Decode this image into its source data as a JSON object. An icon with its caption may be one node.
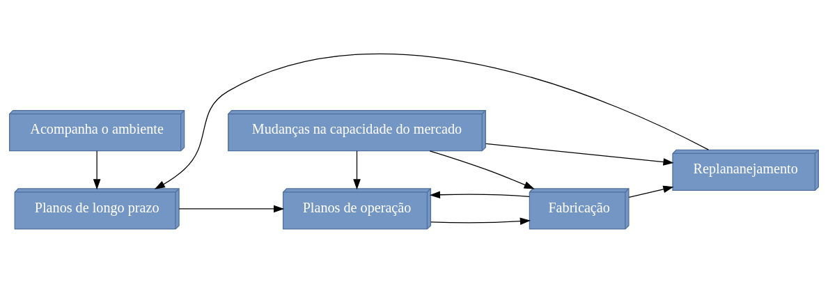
{
  "diagram": {
    "nodes": [
      {
        "text": [
          "Acompanha o ambiente"
        ]
      },
      {
        "text": [
          "Mudanças na capacidade do mercado"
        ]
      },
      {
        "text": [
          "Planos de longo prazo"
        ]
      },
      {
        "text": [
          "Planos de operação"
        ]
      },
      {
        "text": [
          "Fabricação"
        ]
      },
      {
        "text": [
          "Replananejamento"
        ]
      }
    ],
    "edges": [
      {
        "from": 0,
        "to": 2,
        "arrow": "to"
      },
      {
        "from": 1,
        "to": 3,
        "arrow": "to"
      },
      {
        "from": 2,
        "to": 3,
        "arrow": "to"
      },
      {
        "from": 3,
        "to": 4,
        "arrow": "to"
      },
      {
        "from": 4,
        "to": 5,
        "arrow": "to"
      },
      {
        "from": 5,
        "to": 2,
        "arrow": "to"
      },
      {
        "from": 4,
        "to": 3,
        "arrow": "to"
      },
      {
        "from": 1,
        "to": 4,
        "arrow": "to"
      },
      {
        "from": 1,
        "to": 5,
        "arrow": "to"
      }
    ]
  }
}
